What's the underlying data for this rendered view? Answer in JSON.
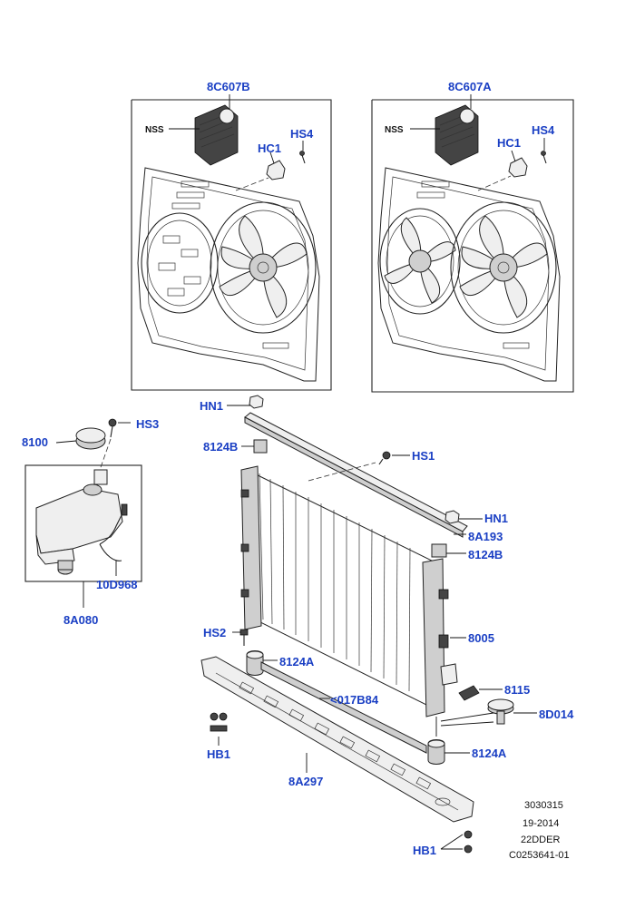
{
  "labels": {
    "fan_b": "8C607B",
    "fan_a": "8C607A",
    "nss_b": "NSS",
    "nss_a": "NSS",
    "hs4_b": "HS4",
    "hs4_a": "HS4",
    "hc1_b": "HC1",
    "hc1_a": "HC1",
    "hn1_top": "HN1",
    "hs3": "HS3",
    "cap_8100": "8100",
    "b8124_top": "8124B",
    "hs1": "HS1",
    "hn1_right": "HN1",
    "a8193": "8A193",
    "b8124_right": "8124B",
    "sensor": "10D968",
    "reservoir": "8A080",
    "radiator": "8005",
    "hs2": "HS2",
    "a8124_left": "8124A",
    "switch_8115": "8115",
    "seal": "<017B84",
    "cap_8d014": "8D014",
    "a8124_right": "8124A",
    "hb1_left": "HB1",
    "deflector": "8A297",
    "hb1_bottom": "HB1"
  },
  "reference": {
    "line1": "3030315",
    "line2": "19-2014",
    "line3": "22DDER",
    "line4": "C0253641-01"
  },
  "colors": {
    "label": "#1a3fc4",
    "line": "#222222"
  }
}
